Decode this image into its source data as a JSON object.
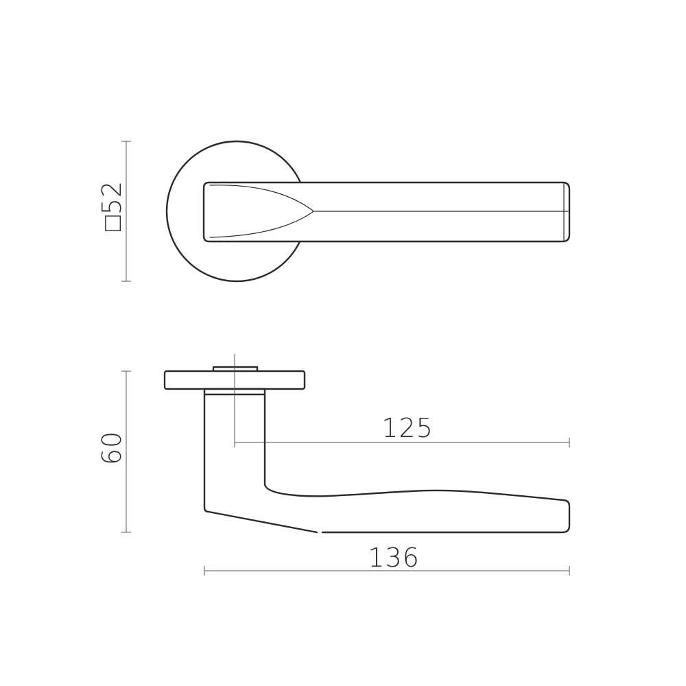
{
  "dimensions": {
    "rose_size": "□52",
    "height": "60",
    "lever_projection": "125",
    "overall_length": "136"
  }
}
